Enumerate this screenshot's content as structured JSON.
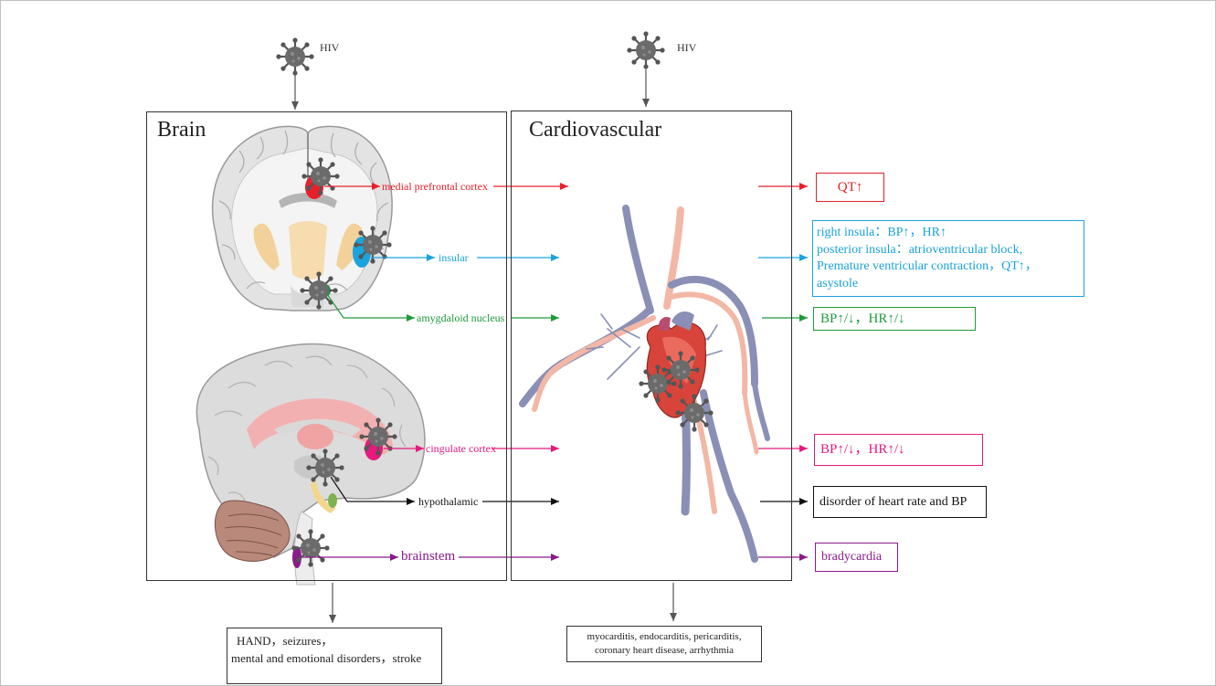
{
  "virus_label": "HIV",
  "panels": {
    "brain_title": "Brain",
    "cardio_title": "Cardiovascular"
  },
  "regions": {
    "mpfc": "medial prefrontal cortex",
    "insular": "insular",
    "amygdala": "amygdaloid nucleus",
    "cingulate": "cingulate cortex",
    "hypothalamic": "hypothalamic",
    "brainstem": "brainstem"
  },
  "effects": {
    "mpfc": "QT↑",
    "insular_line1": "right insula：BP↑，HR↑",
    "insular_line2": "posterior insula：atrioventricular block,",
    "insular_line3": "Premature ventricular contraction，QT↑，",
    "insular_line4": "asystole",
    "amygdala": "BP↑/↓，HR↑/↓",
    "cingulate": "BP↑/↓，HR↑/↓",
    "hypothalamic": "disorder of heart rate and BP",
    "brainstem": "bradycardia"
  },
  "outcomes": {
    "brain_line1": "HAND，seizures，",
    "brain_line2": "mental and emotional disorders，stroke",
    "cardio_line1": "myocarditis, endocarditis, pericarditis,",
    "cardio_line2": "coronary heart disease, arrhythmia"
  },
  "colors": {
    "mpfc": "#e8202a",
    "insular": "#1aa3dd",
    "amygdala": "#1f9a3c",
    "cingulate": "#e6197e",
    "hypothalamic": "#111111",
    "brainstem": "#8b1a8b",
    "virus": "#6b6b6b"
  }
}
